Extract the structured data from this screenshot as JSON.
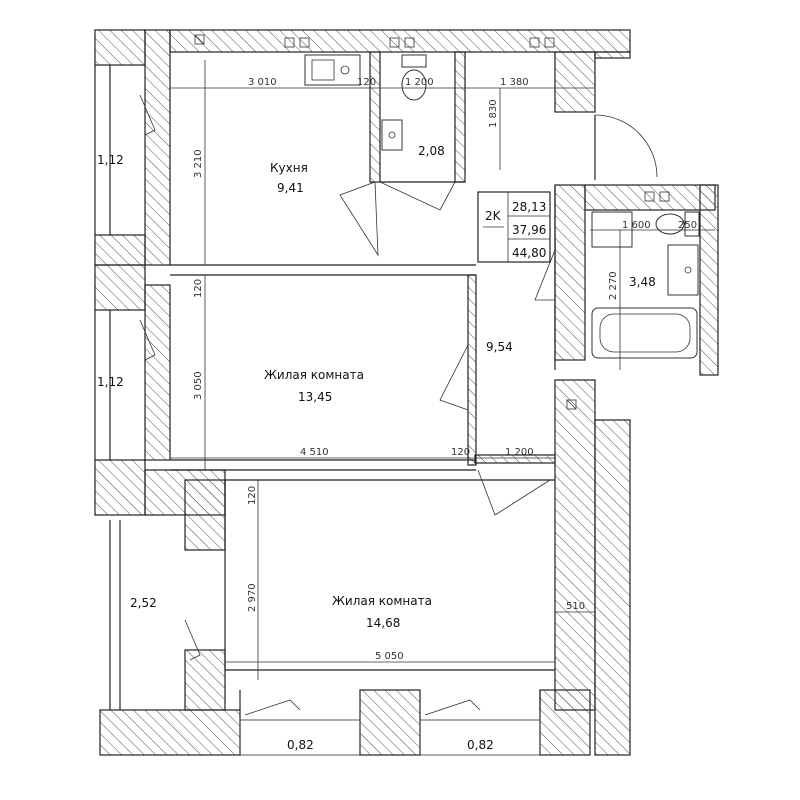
{
  "apartment_summary": {
    "type": "2K",
    "living_area": "28,13",
    "total_area": "37,96",
    "total_with_balconies": "44,80"
  },
  "rooms": {
    "kitchen": {
      "name": "Кухня",
      "area": "9,41"
    },
    "wc": {
      "area": "2,08"
    },
    "bathroom": {
      "area": "3,48"
    },
    "hall": {
      "area": "9,54"
    },
    "living_1": {
      "name": "Жилая комната",
      "area": "13,45"
    },
    "living_2": {
      "name": "Жилая комната",
      "area": "14,68"
    },
    "loggia_top": {
      "area": "1,12"
    },
    "loggia_mid": {
      "area": "1,12"
    },
    "loggia_side": {
      "area": "2,52"
    },
    "balcony_left": {
      "area": "0,82"
    },
    "balcony_right": {
      "area": "0,82"
    }
  },
  "dimensions": {
    "kitchen_width": "3 010",
    "gap_a": "120",
    "wc_width": "1 200",
    "hall_top_width": "1 380",
    "kitchen_height": "3 210",
    "wc_height": "1 830",
    "bath_width": "1 600",
    "bath_gap": "250",
    "bath_height": "2 270",
    "wall_120_a": "120",
    "living1_height": "3 050",
    "living1_width": "4 510",
    "gap_b": "120",
    "corridor_width": "1 200",
    "wall_120_b": "120",
    "living2_height": "2 970",
    "side_510": "510",
    "living2_width": "5 050"
  },
  "icons": [
    "sink-icon",
    "toilet-icon",
    "bathtub-icon",
    "washbasin-icon",
    "vent-icon"
  ]
}
